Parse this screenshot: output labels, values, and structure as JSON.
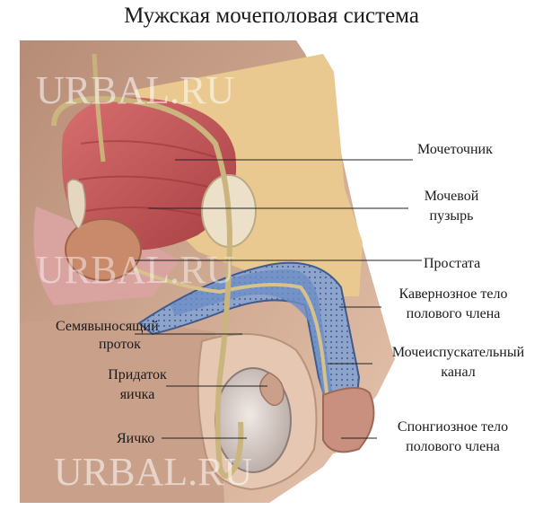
{
  "title": "Мужская мочеполовая система",
  "watermark": "URBAL.RU",
  "labels": {
    "ureter": "Мочеточник",
    "bladder_line1": "Мочевой",
    "bladder_line2": "пузырь",
    "prostate": "Простата",
    "cavernous_line1": "Кавернозное тело",
    "cavernous_line2": "полового члена",
    "urethra_line1": "Мочеиспускательный",
    "urethra_line2": "канал",
    "spongy_line1": "Спонгиозное тело",
    "spongy_line2": "полового члена",
    "vas_line1": "Семявыносящий",
    "vas_line2": "проток",
    "epididymis_line1": "Придаток",
    "epididymis_line2": "яичка",
    "testis": "Яичко"
  },
  "colors": {
    "background": "#ffffff",
    "skin": "#dcb49c",
    "tissue": "#e9c98f",
    "bladder": "#c85a5a",
    "ureter": "#c9b27a",
    "spongy": "#7f97c2",
    "testis": "#d8d2cf",
    "leader_line": "#222222"
  }
}
